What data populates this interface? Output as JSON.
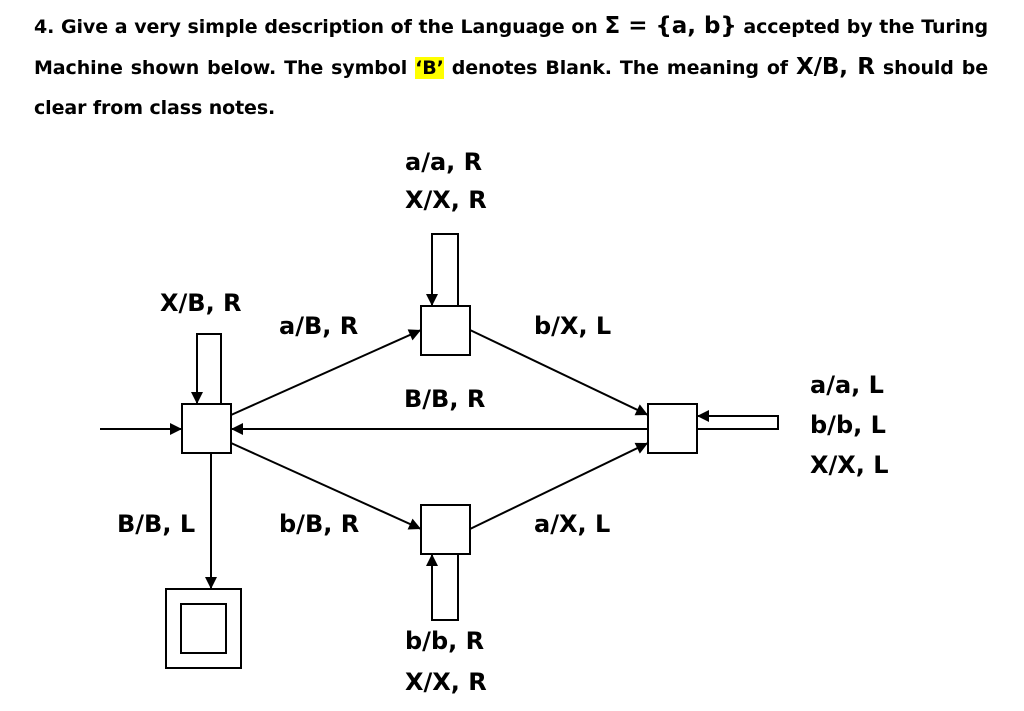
{
  "question": {
    "number": "4.",
    "part1": "Give a very simple description of the Language on",
    "sigma_def": "Σ = {a, b}",
    "part2": "accepted by the Turing Machine shown below. The symbol",
    "blank_symbol": "‘B’",
    "part3": "denotes Blank. The meaning of",
    "notation": "X/B, R",
    "part4": "should be clear from class notes."
  },
  "machine": {
    "loops": {
      "top": [
        "a/a, R",
        "X/X, R"
      ],
      "bottom": [
        "b/b, R",
        "X/X, R"
      ],
      "right": [
        "a/a, L",
        "b/b, L",
        "X/X, L"
      ],
      "start": [
        "X/B, R"
      ]
    },
    "transitions": {
      "start_to_top": "a/B, R",
      "top_to_right": "b/X, L",
      "right_to_start": "B/B, R",
      "start_to_bottom": "b/B, R",
      "bottom_to_right": "a/X, L",
      "start_to_final": "B/B, L"
    }
  }
}
